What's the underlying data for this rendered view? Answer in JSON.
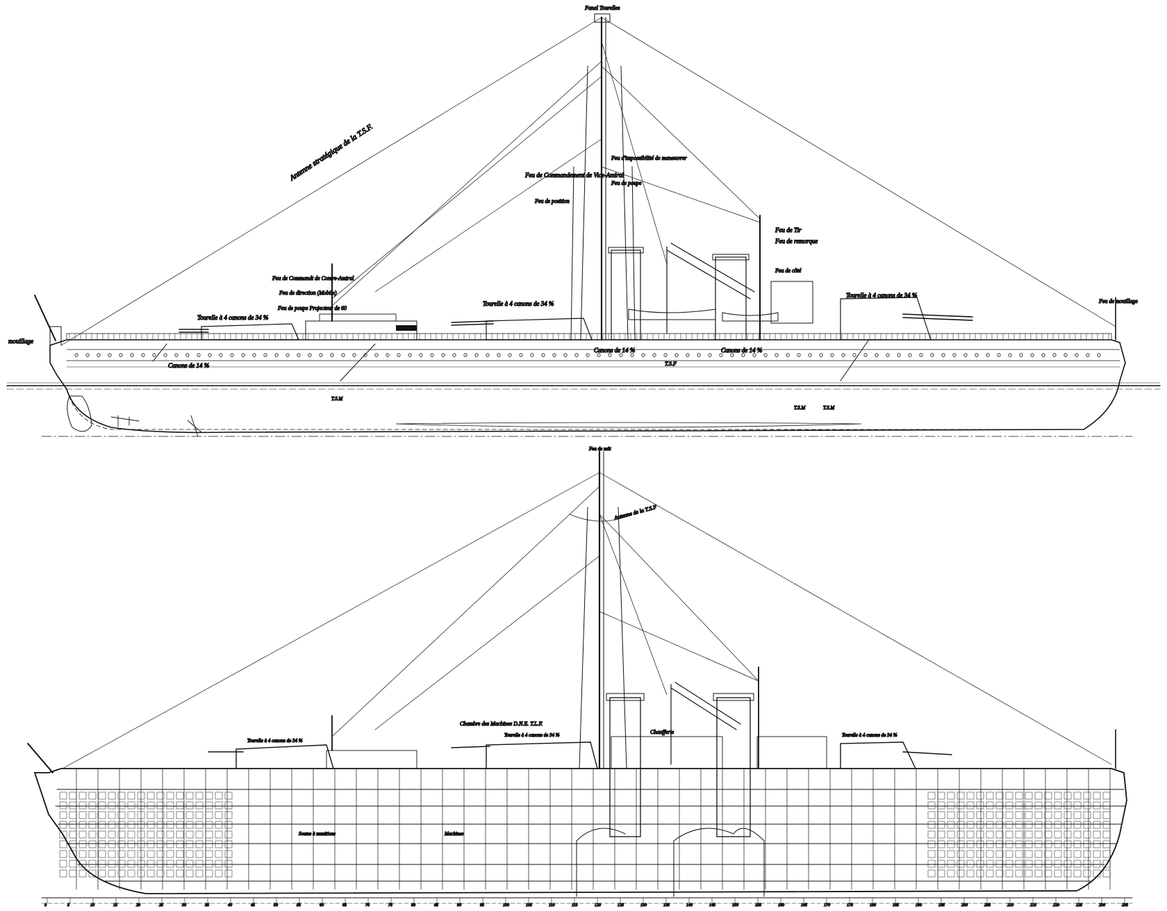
{
  "colors": {
    "ink": "#111111",
    "paper": "#ffffff"
  },
  "profile_view": {
    "labels": {
      "antenna": "Antenne stratégique de la T.S.F.",
      "main_mast": "Fanal Tourelles",
      "cmd_light_va": "Feu de Commandement de Vice-Amiral",
      "position_light": "Feu de position",
      "maneuver_light": "Feu d'impossibilité de manœuvrer",
      "side_light_mast": "Feu de poupe",
      "fire_light": "Feu de Tir",
      "towing_light": "Feu de remorque",
      "side_light": "Feu de côté",
      "cmd_light_ra": "Feu de Commandt de Contre-Amiral",
      "direction_light": "Feu de direction (Mobile)",
      "stern_light": "Feu de poupe Projecteur de 60",
      "mooring_fwd": "mouillage",
      "mooring_aft": "Feu de mouillage",
      "turret_fwd": "Tourelle à 4 canons de 34 %",
      "turret_mid": "Tourelle à 4 canons de 34 %",
      "turret_aft": "Tourelle à 4 canons de 34 %",
      "casemate_fwd": "Canons de 14 %",
      "casemate_mid1": "Canons de 14 %",
      "casemate_mid2": "Canons de 14 %",
      "tsf": "T.S.F",
      "tsm_fwd": "T.S.M",
      "tsm_aft1": "T.S.M",
      "tsm_aft2": "T.S.M"
    }
  },
  "section_view": {
    "labels": {
      "top": "Feu de mât",
      "tsf_antenna": "Antenne de la T.S.F",
      "boiler_note": "Chaufferie",
      "turret_fwd": "Tourelle à 4 canons de 34 %",
      "turret_mid": "Tourelle à 4 canons de 34 %",
      "turret_aft": "Tourelle à 4 canons de 34 %",
      "magazine": "Soutes à munitions",
      "engine": "Machines",
      "dne_note": "Chambre des Machines D.N.E. T.L.F."
    },
    "frame_numbers": [
      "0",
      "5",
      "10",
      "15",
      "20",
      "25",
      "30",
      "35",
      "40",
      "45",
      "50",
      "55",
      "60",
      "65",
      "70",
      "75",
      "80",
      "85",
      "90",
      "95",
      "100",
      "105",
      "110",
      "115",
      "120",
      "125",
      "130",
      "135",
      "140",
      "145",
      "150",
      "155",
      "160",
      "165",
      "170",
      "175",
      "180",
      "185",
      "190",
      "195",
      "200",
      "205",
      "210",
      "215",
      "220",
      "225",
      "230",
      "235"
    ]
  }
}
